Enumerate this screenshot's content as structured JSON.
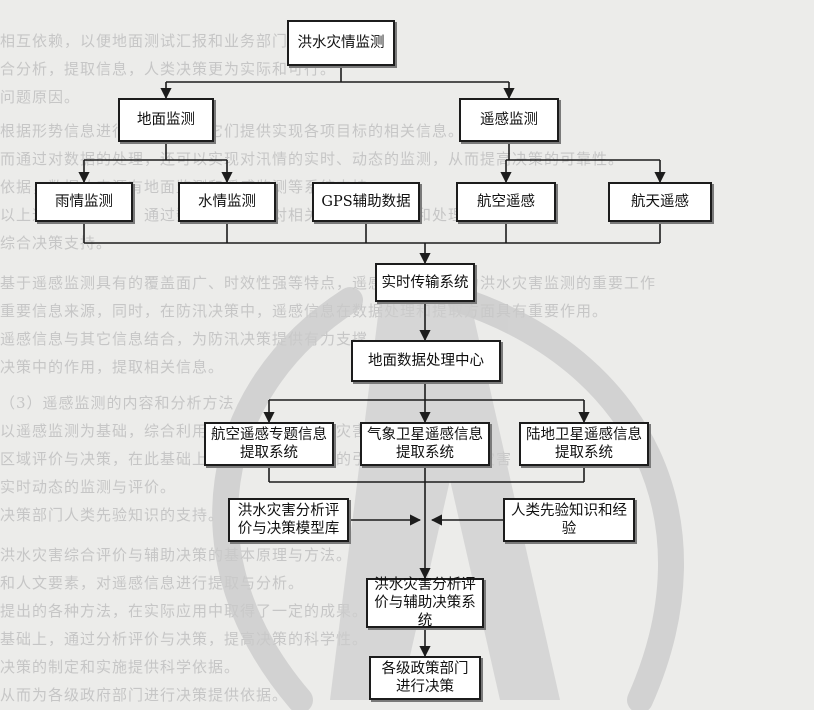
{
  "background_text": [
    "相互依赖，以便地面测试汇报和业务部门的协作。",
    "合分析，提取信息，人类决策更为实际和可行。",
    "问题原因。",
    "根据形势信息进行动态监测，它们提供实现各项目标的相关信息。",
    "而通过对数据的处理，还可以实现对汛情的实时、动态的监测，从而提高决策的可靠性。",
    "依据，数据的来源有地面监测和遥感监测等系统支持。",
    "以上述过程的形式，通过数据处理中心对相关数据进行分析和处理。",
    "综合决策支持。",
    "基于遥感监测具有的覆盖面广、时效性强等特点，遥感信息已经成为洪水灾害监测的重要工作",
    "重要信息来源，同时，在防汛决策中，遥感信息在数据处理和提取方面具有重要作用。",
    "遥感信息与其它信息结合，为防汛决策提供有力支撑。",
    "决策中的作用，提取相关信息。",
    "（3）遥感监测的内容和分析方法",
    "以遥感监测为基础，综合利用各类信息，对洪水灾害进行评价和分析。",
    "区域评价与决策，在此基础上进行人类先验知识的引入，并结合洪水灾害",
    "实时动态的监测与评价。",
    "决策部门人类先验知识的支持。",
    "洪水灾害综合评价与辅助决策的基本原理与方法。",
    "和人文要素，对遥感信息进行提取与分析。",
    "提出的各种方法，在实际应用中取得了一定的成果。",
    "基础上，通过分析评价与决策，提高决策的科学性。",
    "决策的制定和实施提供科学依据。",
    "从而为各级政府部门进行决策提供依据。"
  ],
  "nodes": {
    "flood_monitoring": "洪水灾情监测",
    "ground_monitoring": "地面监测",
    "remote_sensing": "遥感监测",
    "rain_monitoring": "雨情监测",
    "water_monitoring": "水情监测",
    "gps_data": "GPS辅助数据",
    "aerial_rs": "航空遥感",
    "space_rs": "航天遥感",
    "realtime_transmission": "实时传输系统",
    "ground_processing": "地面数据处理中心",
    "aerial_extraction": "航空遥感专题信息提取系统",
    "meteo_extraction": "气象卫星遥感信息提取系统",
    "land_extraction": "陆地卫星遥感信息提取系统",
    "model_library": "洪水灾害分析评价与决策模型库",
    "prior_knowledge": "人类先验知识和经验",
    "decision_support": "洪水灾害分析评价与辅助决策系统",
    "policy_departments": "各级政策部门进行决策"
  },
  "colors": {
    "line": "#1c1c1c",
    "node_fill": "#ffffff",
    "background": "#ececea",
    "watermark": "#c9c9c9"
  }
}
